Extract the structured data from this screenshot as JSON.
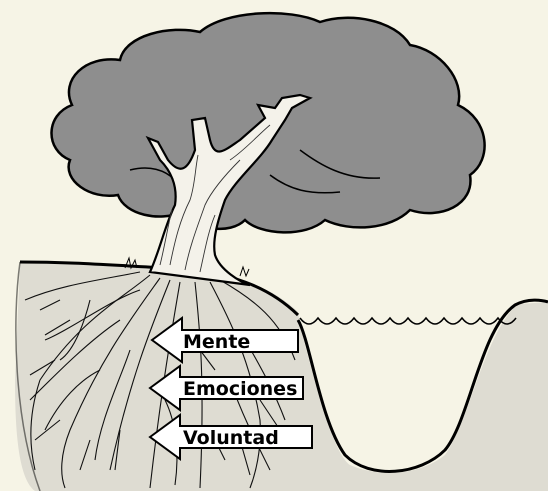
{
  "labels": {
    "mente": "Mente",
    "emociones": "Emociones",
    "voluntad": "Voluntad"
  },
  "colors": {
    "background": "#f6f4e6",
    "ground_shade": "#dedcd2",
    "canopy": "#8e8e8e",
    "trunk": "#f4f2ea",
    "ink": "#000000",
    "arrow_fill": "#ffffff"
  }
}
